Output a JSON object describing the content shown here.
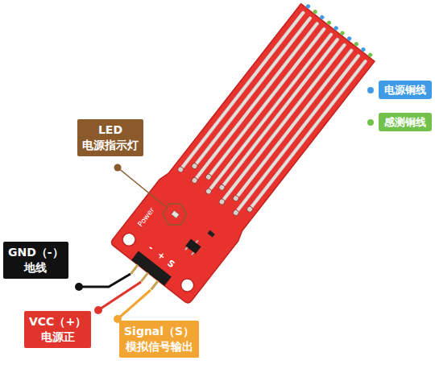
{
  "diagram": {
    "nodes": [
      {
        "text": [
          "LED",
          "电源指示灯"
        ]
      },
      {
        "text": [
          "GND（-）",
          "地线"
        ]
      },
      {
        "text": [
          "VCC（+）",
          "电源正"
        ]
      },
      {
        "text": [
          "Signal（S）",
          "模拟信号输出"
        ]
      }
    ],
    "labels": [
      "Power",
      "-",
      "+",
      "S"
    ],
    "legend": [
      {
        "text": "电源铜线",
        "color": "#3f9be6"
      },
      {
        "text": "感测铜线",
        "color": "#72c14b"
      }
    ]
  }
}
